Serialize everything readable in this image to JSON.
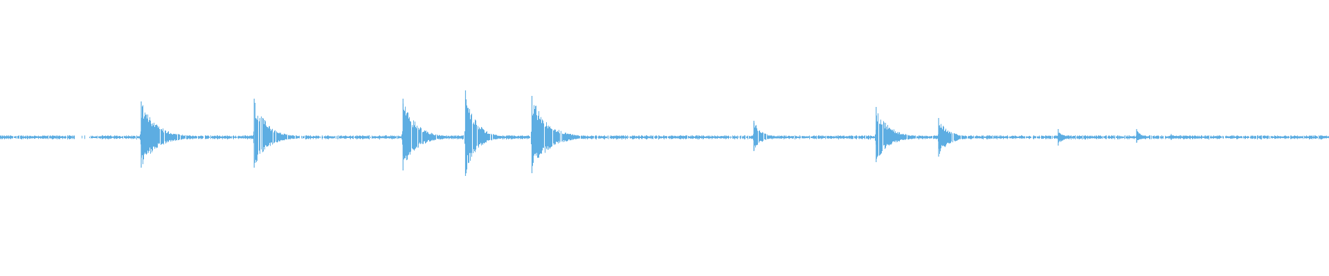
{
  "waveform": {
    "color": "#5dade2",
    "baseline_amplitude": 0.006,
    "silent_regions": [
      {
        "from": 0.056,
        "to": 0.068
      }
    ],
    "transients": [
      {
        "t": 0.106,
        "up": 0.13,
        "down": 0.11,
        "decay": 0.012
      },
      {
        "t": 0.191,
        "up": 0.14,
        "down": 0.11,
        "decay": 0.01
      },
      {
        "t": 0.303,
        "up": 0.14,
        "down": 0.12,
        "decay": 0.01
      },
      {
        "t": 0.35,
        "up": 0.17,
        "down": 0.14,
        "decay": 0.008
      },
      {
        "t": 0.4,
        "up": 0.15,
        "down": 0.13,
        "decay": 0.012
      },
      {
        "t": 0.567,
        "up": 0.06,
        "down": 0.05,
        "decay": 0.006
      },
      {
        "t": 0.659,
        "up": 0.11,
        "down": 0.09,
        "decay": 0.01
      },
      {
        "t": 0.706,
        "up": 0.07,
        "down": 0.07,
        "decay": 0.008
      },
      {
        "t": 0.796,
        "up": 0.03,
        "down": 0.03,
        "decay": 0.004
      },
      {
        "t": 0.855,
        "up": 0.03,
        "down": 0.02,
        "decay": 0.004
      },
      {
        "t": 0.881,
        "up": 0.012,
        "down": 0.01,
        "decay": 0.003
      }
    ]
  }
}
